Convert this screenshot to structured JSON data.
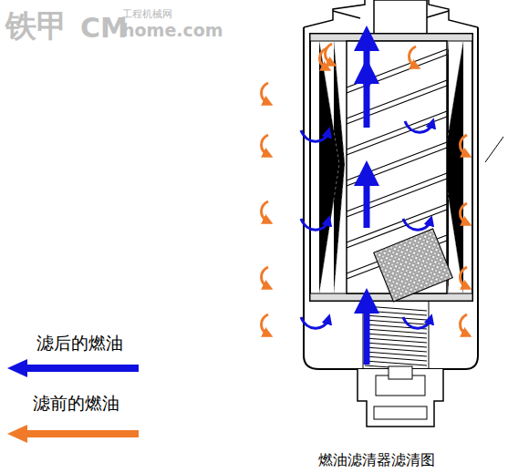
{
  "diagram": {
    "caption": "燃油滤清器滤清图",
    "labels": [
      "铁甲",
      "CM",
      "工程机械网",
      "home.com"
    ],
    "legend": [
      {
        "text": "滤后的燃油",
        "color": "#1010e0"
      },
      {
        "text": "滤前的燃油",
        "color": "#f07a28"
      }
    ]
  }
}
